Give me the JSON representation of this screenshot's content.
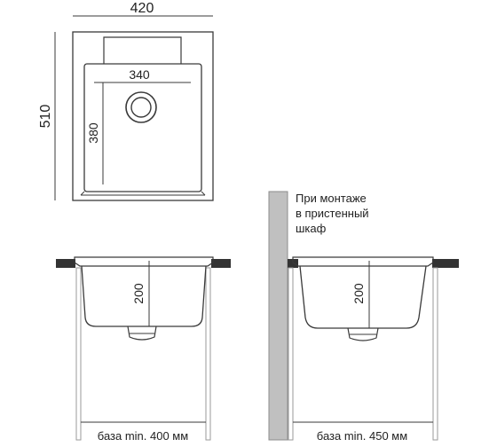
{
  "top_view": {
    "width_label": "420",
    "height_label": "510",
    "bowl_width_label": "340",
    "bowl_depth_label": "380"
  },
  "front_view": {
    "depth_label": "200",
    "base_label": "база min. 400 мм"
  },
  "side_view": {
    "depth_label": "200",
    "base_label": "база min. 450 мм",
    "note_lines": [
      "При монтаже",
      "в пристенный",
      "шкаф"
    ]
  },
  "colors": {
    "line": "#3a3a3a",
    "wall_fill": "#c0c0c0",
    "wall_stroke": "#8c8c8c",
    "counter": "#333333",
    "leg": "#9a9a9a"
  }
}
